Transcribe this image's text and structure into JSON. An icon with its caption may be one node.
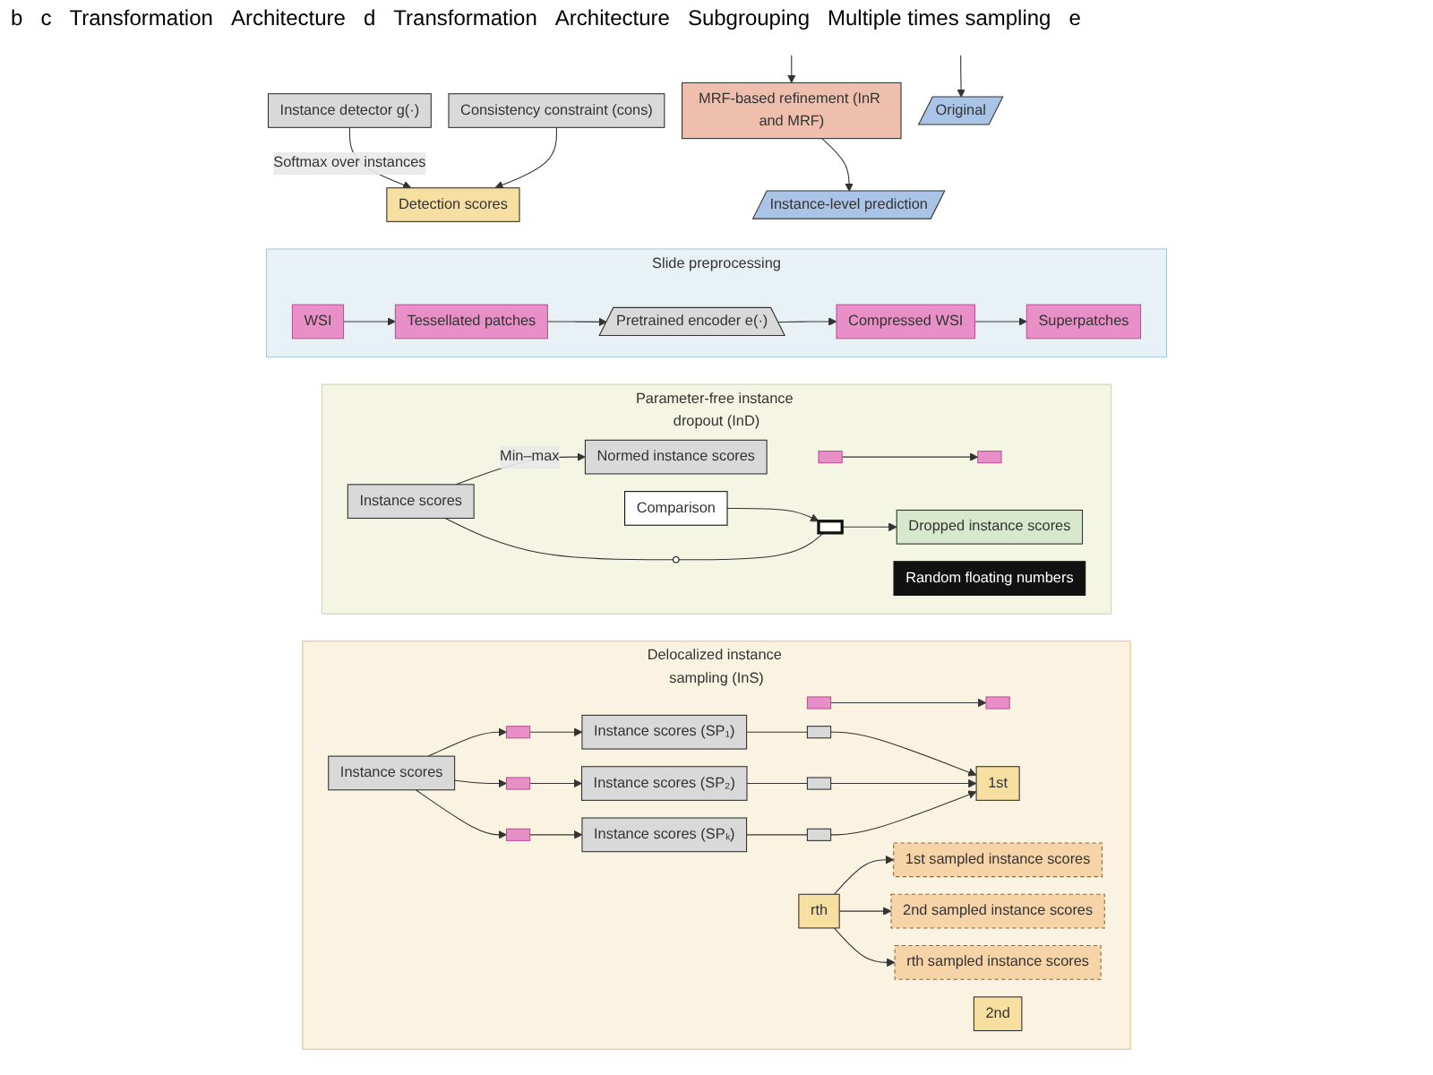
{
  "diagram": {
    "nodes": [
      {
        "text": [
          "Instance detector g(·)"
        ]
      },
      {
        "text": [
          "Detection scores"
        ]
      },
      {
        "text": [
          "Consistency constraint (cons)"
        ]
      },
      {
        "text": [
          "MRF-based refinement (InR and MRF)"
        ]
      },
      {
        "text": [
          "Original"
        ]
      },
      {
        "text": [
          "Instance-level prediction"
        ]
      },
      {
        "text": [
          "Slide preprocessing"
        ]
      },
      {
        "text": [
          "WSI"
        ],
        "in": 6
      },
      {
        "text": [
          "Tessellated patches"
        ],
        "in": 6
      },
      {
        "text": [
          "Pretrained encoder e(·)"
        ],
        "in": 6
      },
      {
        "text": [
          "Compressed WSI"
        ],
        "in": 6
      },
      {
        "text": [
          "Superpatches"
        ],
        "in": 6
      },
      {
        "text": [
          "Parameter-free instance dropout (InD)"
        ]
      },
      {
        "text": [],
        "shape": "box",
        "in": 12
      },
      {
        "text": [],
        "shape": "box",
        "in": 12
      },
      {
        "text": [
          "Instance scores"
        ],
        "in": 12
      },
      {
        "text": [
          "Normed instance scores"
        ],
        "in": 12
      },
      {
        "text": [
          "Random floating numbers"
        ],
        "in": 12
      },
      {
        "text": [
          "Comparison"
        ],
        "in": 12
      },
      {
        "text": [],
        "shape": "bar",
        "in": 12
      },
      {
        "text": [],
        "shape": "circle",
        "in": 12
      },
      {
        "text": [
          "Dropped instance scores"
        ],
        "in": 12
      },
      {
        "text": [
          "Delocalized instance sampling (InS)"
        ]
      },
      {
        "text": [],
        "shape": "box",
        "in": 22
      },
      {
        "text": [],
        "shape": "box",
        "in": 22
      },
      {
        "text": [
          "Instance scores"
        ],
        "in": 22
      },
      {
        "text": [],
        "shape": "box",
        "in": 22
      },
      {
        "text": [],
        "shape": "box",
        "in": 22
      },
      {
        "text": [],
        "shape": "box",
        "in": 22
      },
      {
        "text": [
          "Instance scores (SP₁)"
        ],
        "in": 22
      },
      {
        "text": [
          "Instance scores (SP₂)"
        ],
        "in": 22
      },
      {
        "text": [
          "Instance scores (SPₖ)"
        ],
        "in": 22
      },
      {
        "text": [],
        "shape": "box",
        "in": 22
      },
      {
        "text": [],
        "shape": "box",
        "in": 22
      },
      {
        "text": [],
        "shape": "box",
        "in": 22
      },
      {
        "text": [
          "1st"
        ],
        "in": 22
      },
      {
        "text": [
          "2nd"
        ],
        "in": 22
      },
      {
        "text": [
          "rth"
        ],
        "in": 22
      },
      {
        "text": [
          "1st sampled instance scores"
        ],
        "in": 22
      },
      {
        "text": [
          "2nd sampled instance scores"
        ],
        "in": 22
      },
      {
        "text": [
          "rth sampled instance scores"
        ],
        "in": 22
      }
    ],
    "edges": [
      {
        "from": 0,
        "to": 1,
        "arrow": "to",
        "label": "Softmax over instances"
      },
      {
        "from": 2,
        "to": 1,
        "arrow": "to"
      },
      {
        "from": null,
        "to": 3,
        "arrow": "to"
      },
      {
        "from": null,
        "to": 4,
        "arrow": "to"
      },
      {
        "from": 3,
        "to": 5,
        "arrow": "to"
      },
      {
        "from": 7,
        "to": 8,
        "arrow": "to"
      },
      {
        "from": 8,
        "to": 9,
        "arrow": "to"
      },
      {
        "from": 9,
        "to": 10,
        "arrow": "to"
      },
      {
        "from": 10,
        "to": 11,
        "arrow": "to"
      },
      {
        "from": 13,
        "to": 14,
        "arrow": "to"
      },
      {
        "from": 15,
        "to": 16,
        "arrow": "to",
        "label": "Min–max"
      },
      {
        "from": 18,
        "to": 19,
        "arrow": "to"
      },
      {
        "from": 15,
        "to": 20,
        "arrow": "none"
      },
      {
        "from": 20,
        "to": 19,
        "arrow": "none"
      },
      {
        "from": 19,
        "to": 21,
        "arrow": "to"
      },
      {
        "from": 23,
        "to": 24,
        "arrow": "to"
      },
      {
        "from": 25,
        "to": 26,
        "arrow": "to"
      },
      {
        "from": 25,
        "to": 27,
        "arrow": "to"
      },
      {
        "from": 25,
        "to": 28,
        "arrow": "to"
      },
      {
        "from": 26,
        "to": 29,
        "arrow": "to"
      },
      {
        "from": 27,
        "to": 30,
        "arrow": "to"
      },
      {
        "from": 28,
        "to": 31,
        "arrow": "to"
      },
      {
        "from": 29,
        "to": 32,
        "arrow": "none"
      },
      {
        "from": 30,
        "to": 33,
        "arrow": "none"
      },
      {
        "from": 31,
        "to": 34,
        "arrow": "none"
      },
      {
        "from": 32,
        "to": 35,
        "arrow": "to"
      },
      {
        "from": 33,
        "to": 35,
        "arrow": "to"
      },
      {
        "from": 34,
        "to": 35,
        "arrow": "to"
      },
      {
        "from": 37,
        "to": 38,
        "arrow": "to"
      },
      {
        "from": 37,
        "to": 39,
        "arrow": "to"
      },
      {
        "from": 37,
        "to": 40,
        "arrow": "to"
      }
    ],
    "labels": [
      "b",
      "c",
      "Transformation",
      "Architecture",
      "d",
      "Transformation",
      "Architecture",
      "Subgrouping",
      "Multiple times sampling",
      "e"
    ]
  }
}
